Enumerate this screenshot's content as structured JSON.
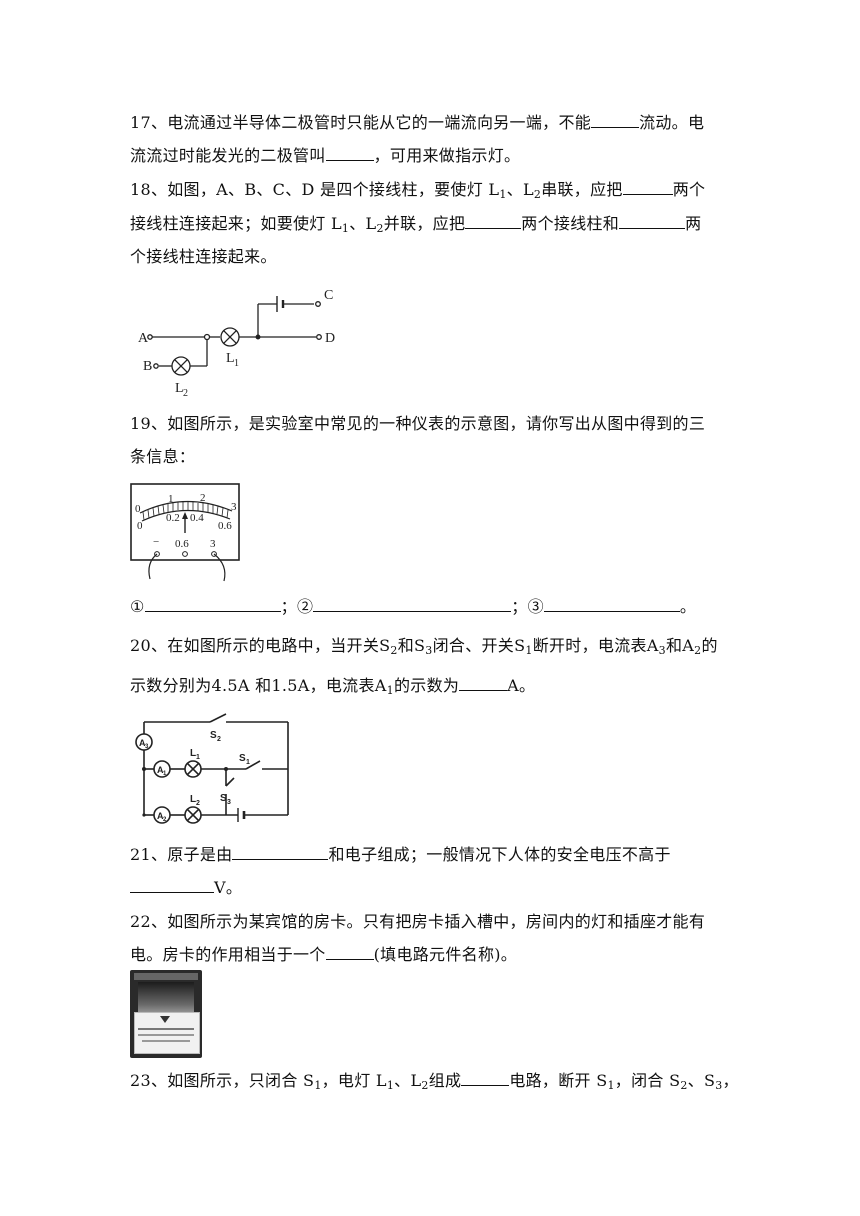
{
  "q17": {
    "line1_a": "17、电流通过半导体二极管时只能从它的一端流向另一端，不能",
    "line1_b": "流动。电",
    "line2_a": "流流过时能发光的二极管叫",
    "line2_b": "，可用来做指示灯。"
  },
  "q18": {
    "line1_a": "18、如图，A、B、C、D 是四个接线柱，要使灯 L",
    "sub1": "1",
    "line1_b": "、L",
    "sub2": "2",
    "line1_c": "串联，应把",
    "line1_d": "两个",
    "line2_a": "接线柱连接起来；如要使灯 L",
    "line2_b": "、L",
    "line2_c": "并联，应把",
    "line2_d": "两个接线柱和",
    "line2_e": "两",
    "line3": "个接线柱连接起来。",
    "figure": {
      "label_a": "A",
      "label_b": "B",
      "label_c": "C",
      "label_d": "D",
      "label_l1": "L",
      "label_l1_sub": "1",
      "label_l2": "L",
      "label_l2_sub": "2"
    }
  },
  "q19": {
    "line1": "19、如图所示，是实验室中常见的一种仪表的示意图，请你写出从图中得到的三",
    "line2": "条信息：",
    "answers": {
      "m1": "①",
      "sep1": "；",
      "m2": "②",
      "sep2": "；",
      "m3": "③",
      "end": "。"
    },
    "figure": {
      "top_scale": [
        "0",
        "1",
        "2",
        "3"
      ],
      "bottom_scale": [
        "0",
        "0.2",
        "0.4",
        "0.6"
      ],
      "terminals": [
        "−",
        "0.6",
        "3"
      ]
    }
  },
  "q20": {
    "line1_a": "20、在如图所示的电路中，当开关S",
    "line1_b": "和S",
    "line1_c": "闭合、开关S",
    "line1_d": "断开时，电流表A",
    "line1_e": "和A",
    "line1_f": "的",
    "sub_2": "2",
    "sub_3": "3",
    "sub_1": "1",
    "line2_a": "示数分别为4.5A 和1.5A，电流表A",
    "line2_b": "的示数为",
    "line2_c": "A。",
    "figure": {
      "s2": "S",
      "s2_sub": "2",
      "s1": "S",
      "s1_sub": "1",
      "s3": "S",
      "s3_sub": "3",
      "l1": "L",
      "l1_sub": "1",
      "l2": "L",
      "l2_sub": "2",
      "a1": "A",
      "a1_sub": "1",
      "a2": "A",
      "a2_sub": "2",
      "a3": "A",
      "a3_sub": "3"
    }
  },
  "q21": {
    "line1_a": "21、原子是由",
    "line1_b": "和电子组成；一般情况下人体的安全电压不高于",
    "line2_b": "V。"
  },
  "q22": {
    "line1": "22、如图所示为某宾馆的房卡。只有把房卡插入槽中，房间内的灯和插座才能有",
    "line2_a": "电。房卡的作用相当于一个",
    "line2_b": "(填电路元件名称)。"
  },
  "q23": {
    "line1_a": "23、如图所示，只闭合 S",
    "line1_b": "，电灯 L",
    "line1_c": "、L",
    "line1_d": "组成",
    "line1_e": "电路，断开 S",
    "line1_f": "，闭合 S",
    "line1_g": "、S",
    "line1_h": "，",
    "sub_1": "1",
    "sub_2": "2",
    "sub_3": "3"
  }
}
